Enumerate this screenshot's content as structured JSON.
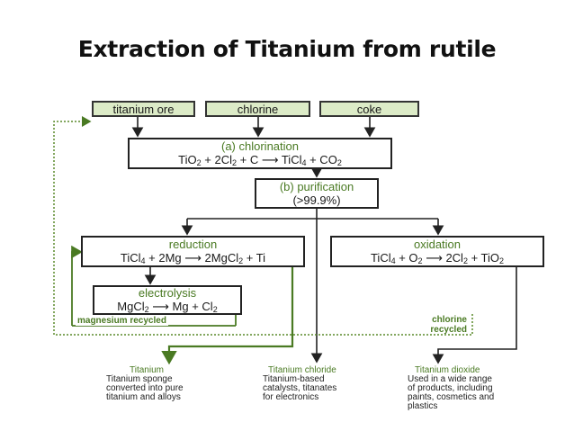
{
  "title": "Extraction of Titanium from rutile",
  "inputs": [
    "titanium ore",
    "chlorine",
    "coke"
  ],
  "chlorination": {
    "label": "(a) chlorination",
    "eq": [
      "TiO",
      "2",
      " + 2Cl",
      "2",
      " + C ",
      "⟶",
      " TiCl",
      "4",
      " + CO",
      "2"
    ]
  },
  "purification": {
    "label": "(b) purification",
    "value": "(>99.9%)"
  },
  "reduction": {
    "label": "reduction",
    "eq": [
      "TiCl",
      "4",
      " + 2Mg ",
      "⟶",
      " 2MgCl",
      "2",
      " + Ti"
    ]
  },
  "oxidation": {
    "label": "oxidation",
    "eq": [
      "TiCl",
      "4",
      " + O",
      "2",
      " ",
      "⟶",
      " 2Cl",
      "2",
      " + TiO",
      "2"
    ]
  },
  "electrolysis": {
    "label": "electrolysis",
    "eq": [
      "MgCl",
      "2",
      " ",
      "⟶",
      " Mg + Cl",
      "2"
    ]
  },
  "magnesium_recycled": "magnesium recycled",
  "chlorine_recycled": [
    "chlorine",
    "recycled"
  ],
  "outputs": [
    {
      "heading": "Titanium",
      "lines": [
        "Titanium sponge",
        "converted into pure",
        "titanium and alloys"
      ]
    },
    {
      "heading": "Titanium chloride",
      "lines": [
        "Titanium-based",
        "catalysts, titanates",
        "for electronics"
      ]
    },
    {
      "heading": "Titanium dioxide",
      "lines": [
        "Used in a wide range",
        "of products, including",
        "paints, cosmetics and",
        "plastics"
      ]
    }
  ],
  "colors": {
    "green_text": "#4a7a23",
    "input_fill": "#dcebc7",
    "dotted_line": "#5a8a2a"
  }
}
